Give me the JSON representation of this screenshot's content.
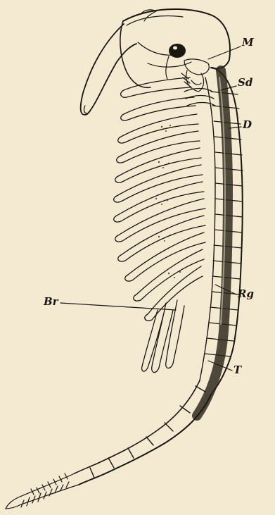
{
  "figure": {
    "subject": "",
    "labels": {
      "m": "M",
      "sd": "Sd",
      "d": "D",
      "rg": "Rg",
      "br": "Br",
      "t": "T"
    }
  },
  "colors": {
    "paper": "#f4ead2",
    "ink": "#1a1610"
  }
}
